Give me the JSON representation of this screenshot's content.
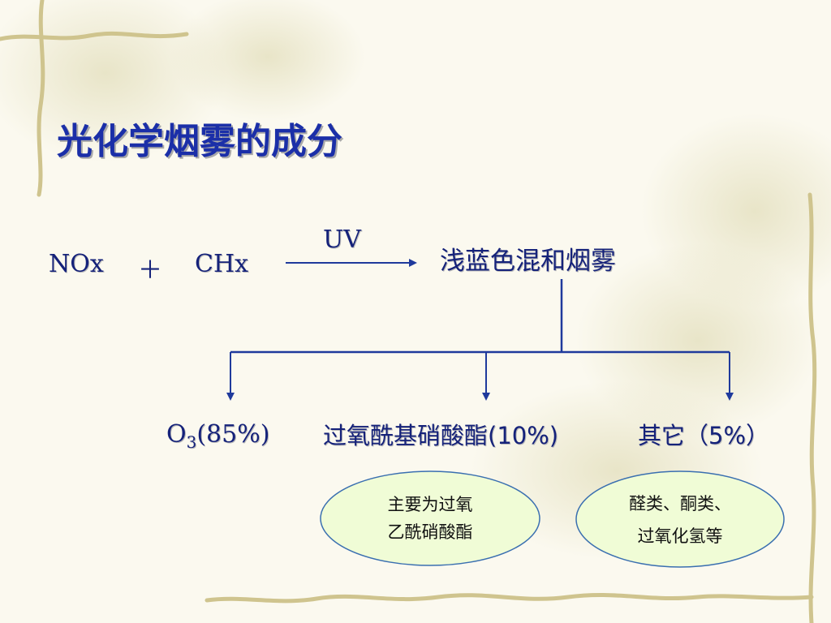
{
  "title": "光化学烟雾的成分",
  "reaction": {
    "reactant1": "NOx",
    "plus": "＋",
    "reactant2": "CHx",
    "condition": "UV",
    "product": "浅蓝色混和烟雾"
  },
  "components": [
    {
      "name": "O",
      "subscript": "3",
      "pct": "(85%)"
    },
    {
      "name": "过氧酰基硝酸酯(10%)"
    },
    {
      "name": "其它（5%）"
    }
  ],
  "notes": [
    {
      "line1": "主要为过氧",
      "line2": "乙酰硝酸酯"
    },
    {
      "line1": "醛类、酮类、",
      "line2": "过氧化氢等"
    }
  ],
  "colors": {
    "text": "#15227a",
    "title": "#1b2fa8",
    "lines": "#1f3a9c",
    "note_fill": "#f0fcd6",
    "note_stroke": "#3a6fb0"
  }
}
